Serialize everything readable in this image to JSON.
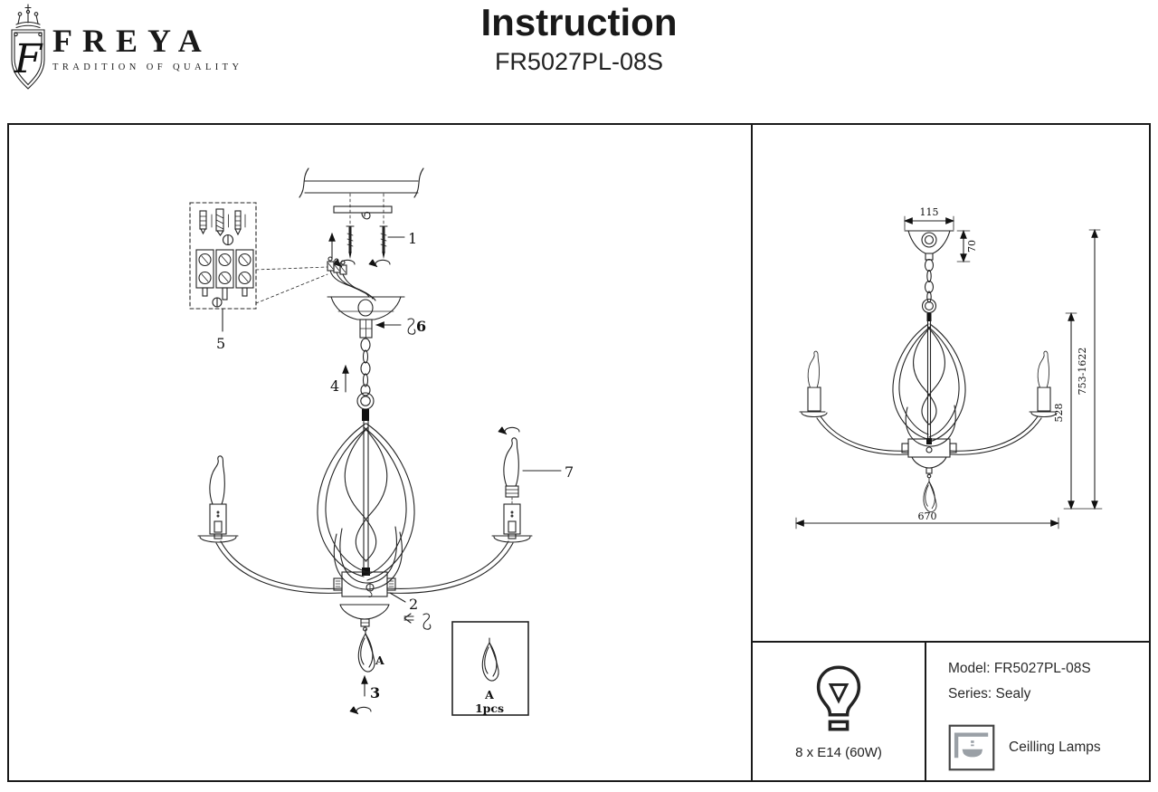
{
  "header": {
    "brand": "FREYA",
    "tagline": "TRADITION OF QUALITY",
    "logo_letter": "F",
    "title": "Instruction",
    "model_code": "FR5027PL-08S"
  },
  "assembly": {
    "steps": {
      "s1": "1",
      "s2": "2",
      "s3": "3",
      "s4": "4",
      "s5": "5",
      "s6": "6",
      "s7": "7"
    },
    "marker": "A",
    "spare": {
      "marker": "A",
      "qty": "1pcs"
    }
  },
  "dims": {
    "canopy_width": "115",
    "canopy_height": "70",
    "overall_height": "753-1622",
    "body_height": "528",
    "overall_width": "670"
  },
  "specs": {
    "lamps": "8 x E14 (60W)",
    "model": "Model: FR5027PL-08S",
    "series": "Series: Sealy",
    "category": "Ceilling Lamps"
  }
}
